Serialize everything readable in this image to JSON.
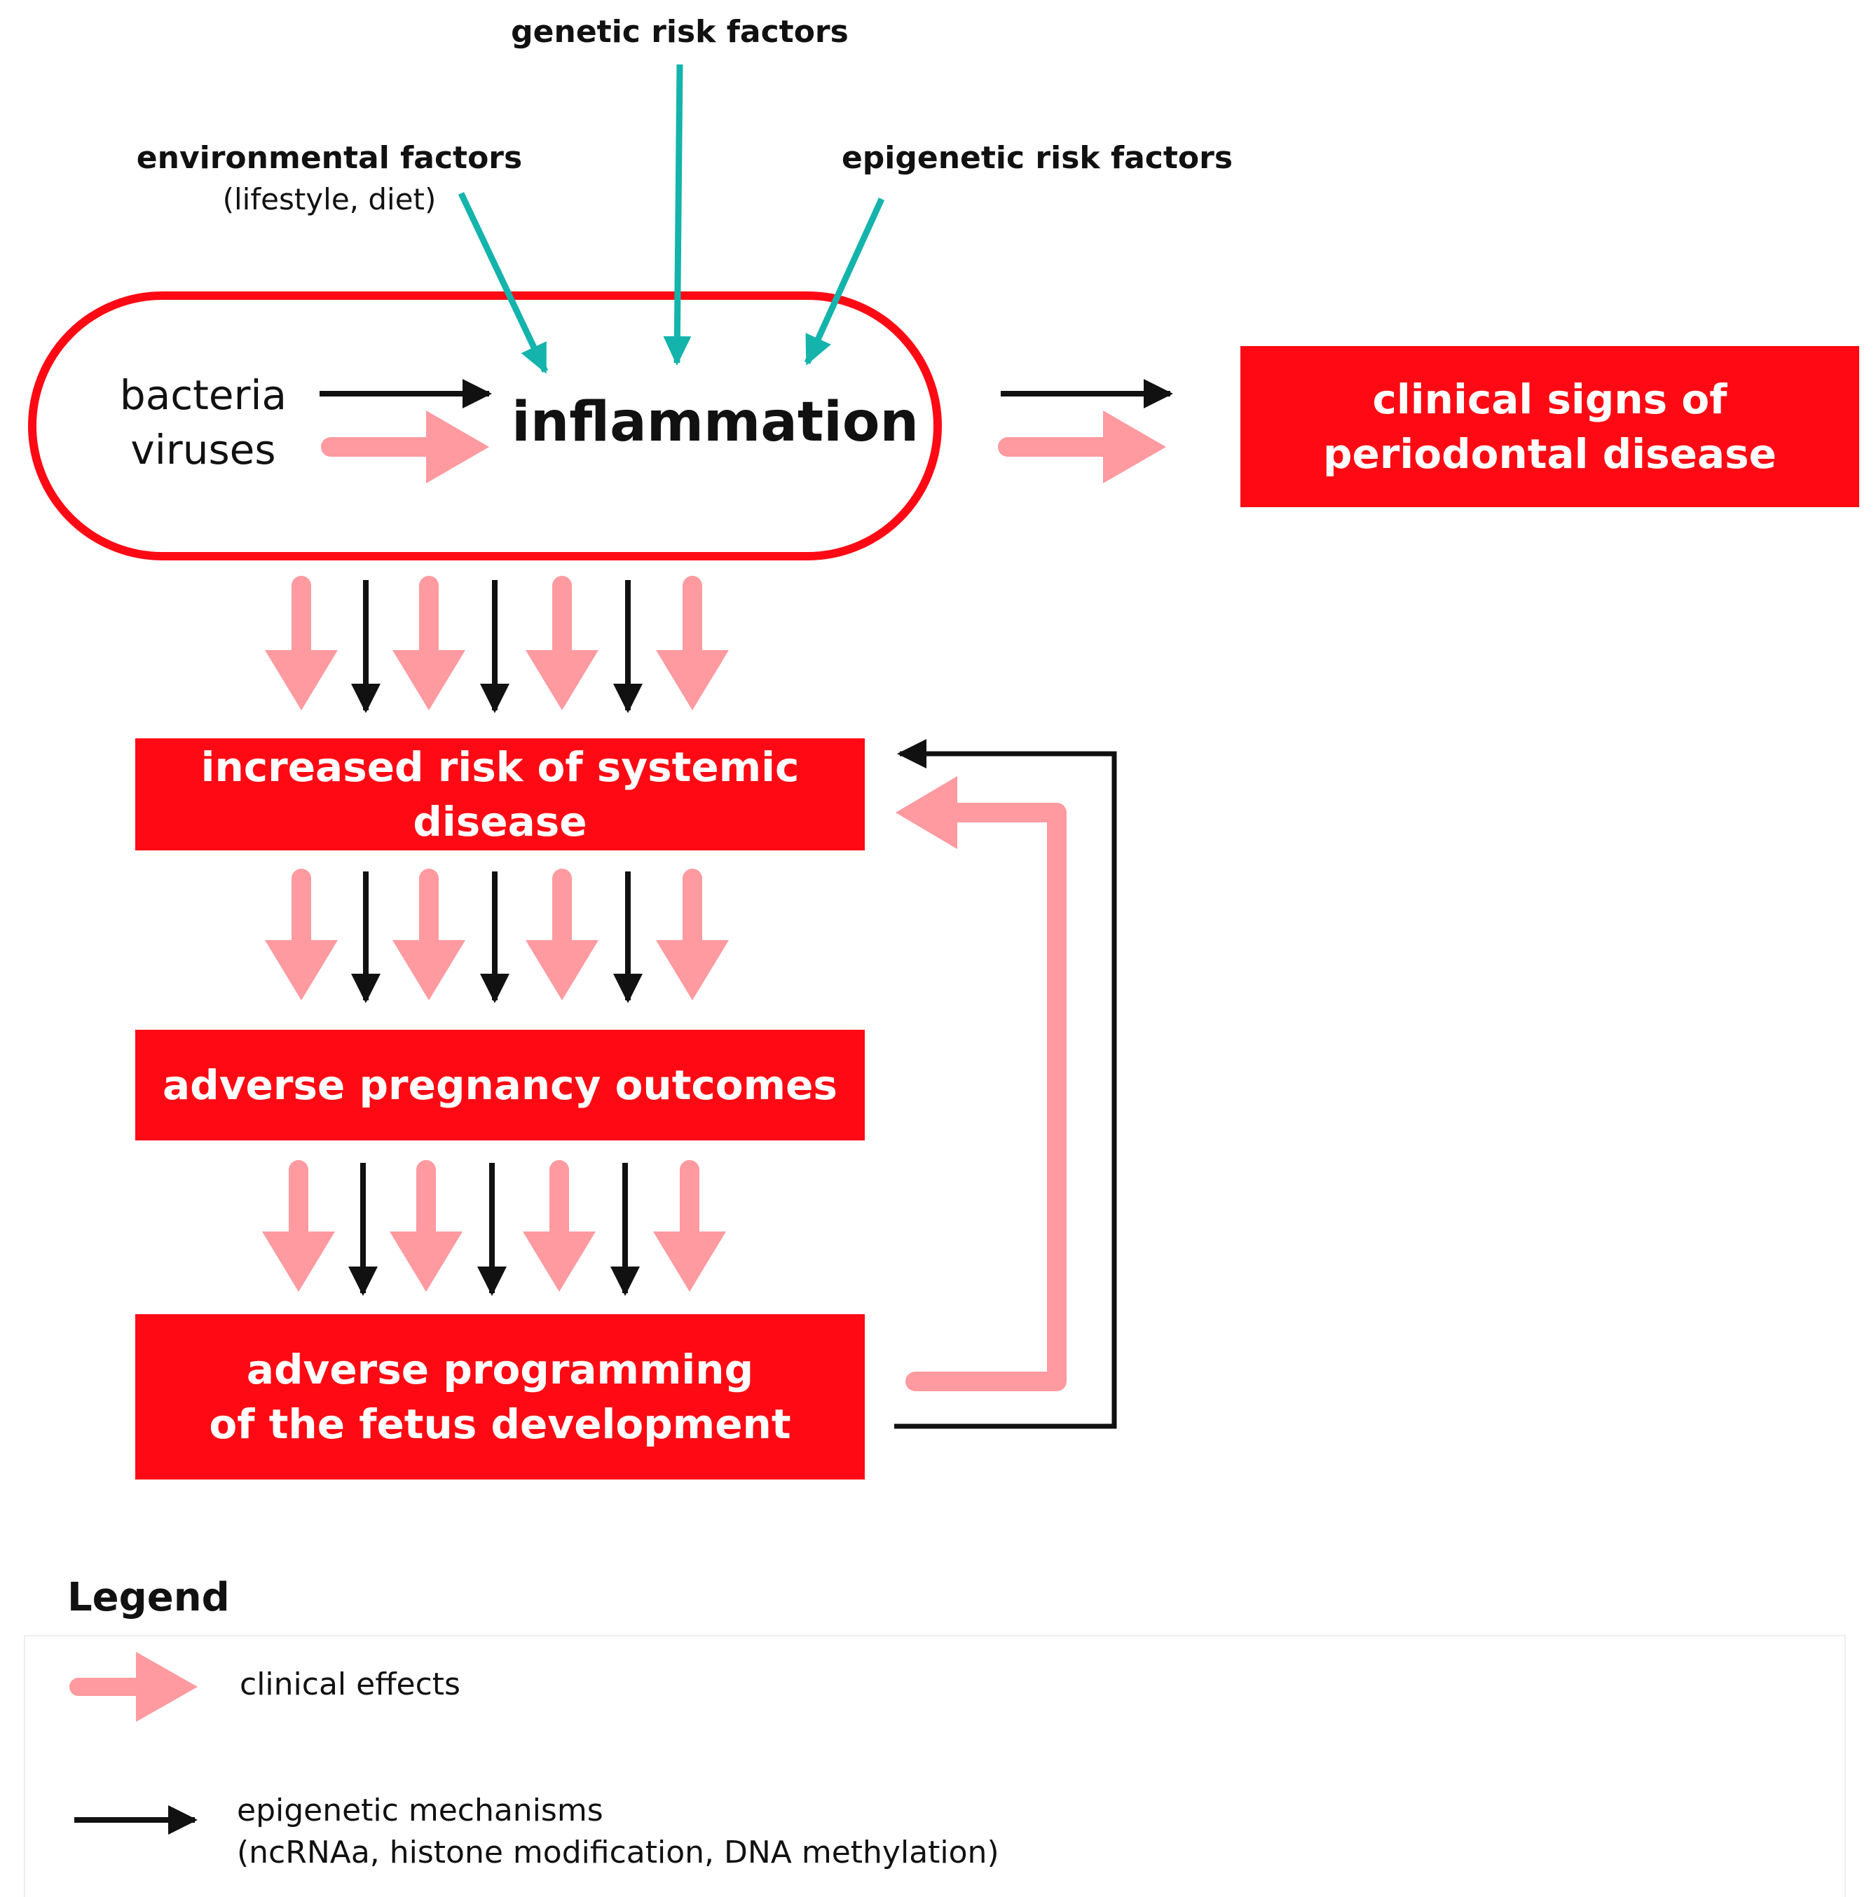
{
  "colors": {
    "red": "#ff0a14",
    "pink": "#ff9aa0",
    "teal": "#14b4ac",
    "black": "#111111"
  },
  "factors": {
    "genetic": "genetic risk factors",
    "environmental": "environmental factors",
    "environmental_sub": "(lifestyle, diet)",
    "epigenetic": "epigenetic risk factors"
  },
  "inflammation": {
    "causes": [
      "bacteria",
      "viruses"
    ],
    "label": "inflammation"
  },
  "boxes": {
    "clinical_signs": "clinical signs of\nperiodontal disease",
    "systemic": "increased risk of systemic disease",
    "pregnancy": "adverse pregnancy outcomes",
    "programming": "adverse programming\nof the fetus development"
  },
  "legend": {
    "title": "Legend",
    "clinical": "clinical effects",
    "epigenetic": "epigenetic mechanisms",
    "epigenetic_sub": "(ncRNAa, histone modification, DNA methylation)"
  }
}
